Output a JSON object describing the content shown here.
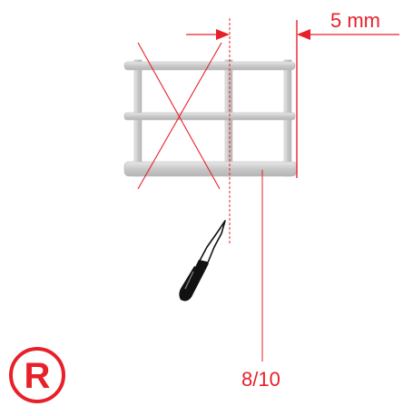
{
  "dimension": {
    "label": "5 mm"
  },
  "part_number": {
    "label": "8/10"
  },
  "badge": {
    "letter": "R"
  },
  "colors": {
    "accent": "#e8202a",
    "part_light": "#d9d9d9",
    "part_mid": "#bdbdbd",
    "part_edge": "#a6a6a6",
    "knife_dark": "#111111"
  },
  "icons": {
    "tool": "hobby-knife-icon",
    "badge": "registered-r-badge-icon",
    "cross": "remove-x-icon"
  }
}
